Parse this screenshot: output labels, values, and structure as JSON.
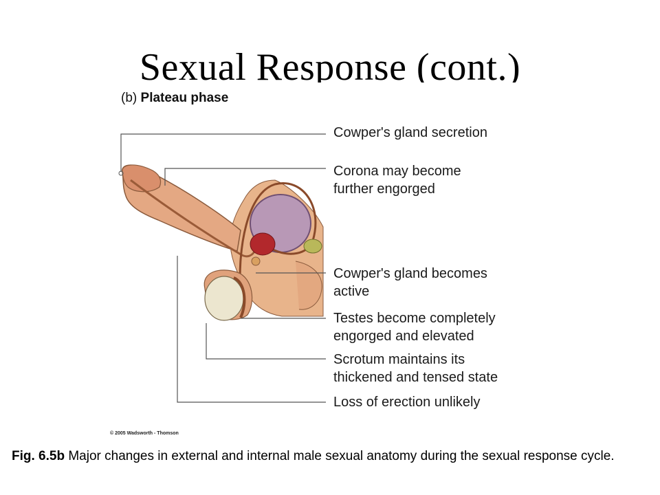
{
  "slide": {
    "title": "Sexual Response (cont.)"
  },
  "figure": {
    "panel_letter": "(b)",
    "panel_title": "Plateau phase",
    "callouts": [
      {
        "line1": "Cowper's gland secretion",
        "line2": ""
      },
      {
        "line1": "Corona may become",
        "line2": "further engorged"
      },
      {
        "line1": "Cowper's gland becomes",
        "line2": "active"
      },
      {
        "line1": "Testes become completely",
        "line2": "engorged and elevated"
      },
      {
        "line1": "Scrotum maintains its",
        "line2": "thickened and tensed state"
      },
      {
        "line1": "Loss of erection unlikely",
        "line2": ""
      }
    ],
    "copyright": "© 2005 Wadsworth - Thomson"
  },
  "caption": {
    "label": "Fig. 6.5b",
    "text": " Major changes in external and internal male sexual anatomy during the sexual response cycle."
  },
  "colors": {
    "skin": "#e9b48a",
    "skin_shadow": "#c98763",
    "outline": "#8a5a3c",
    "bladder": "#b898b6",
    "prostate": "#b2282c",
    "seminal_vesicle": "#b9b85a",
    "testis": "#ece6cf",
    "leader_line": "#555555"
  }
}
